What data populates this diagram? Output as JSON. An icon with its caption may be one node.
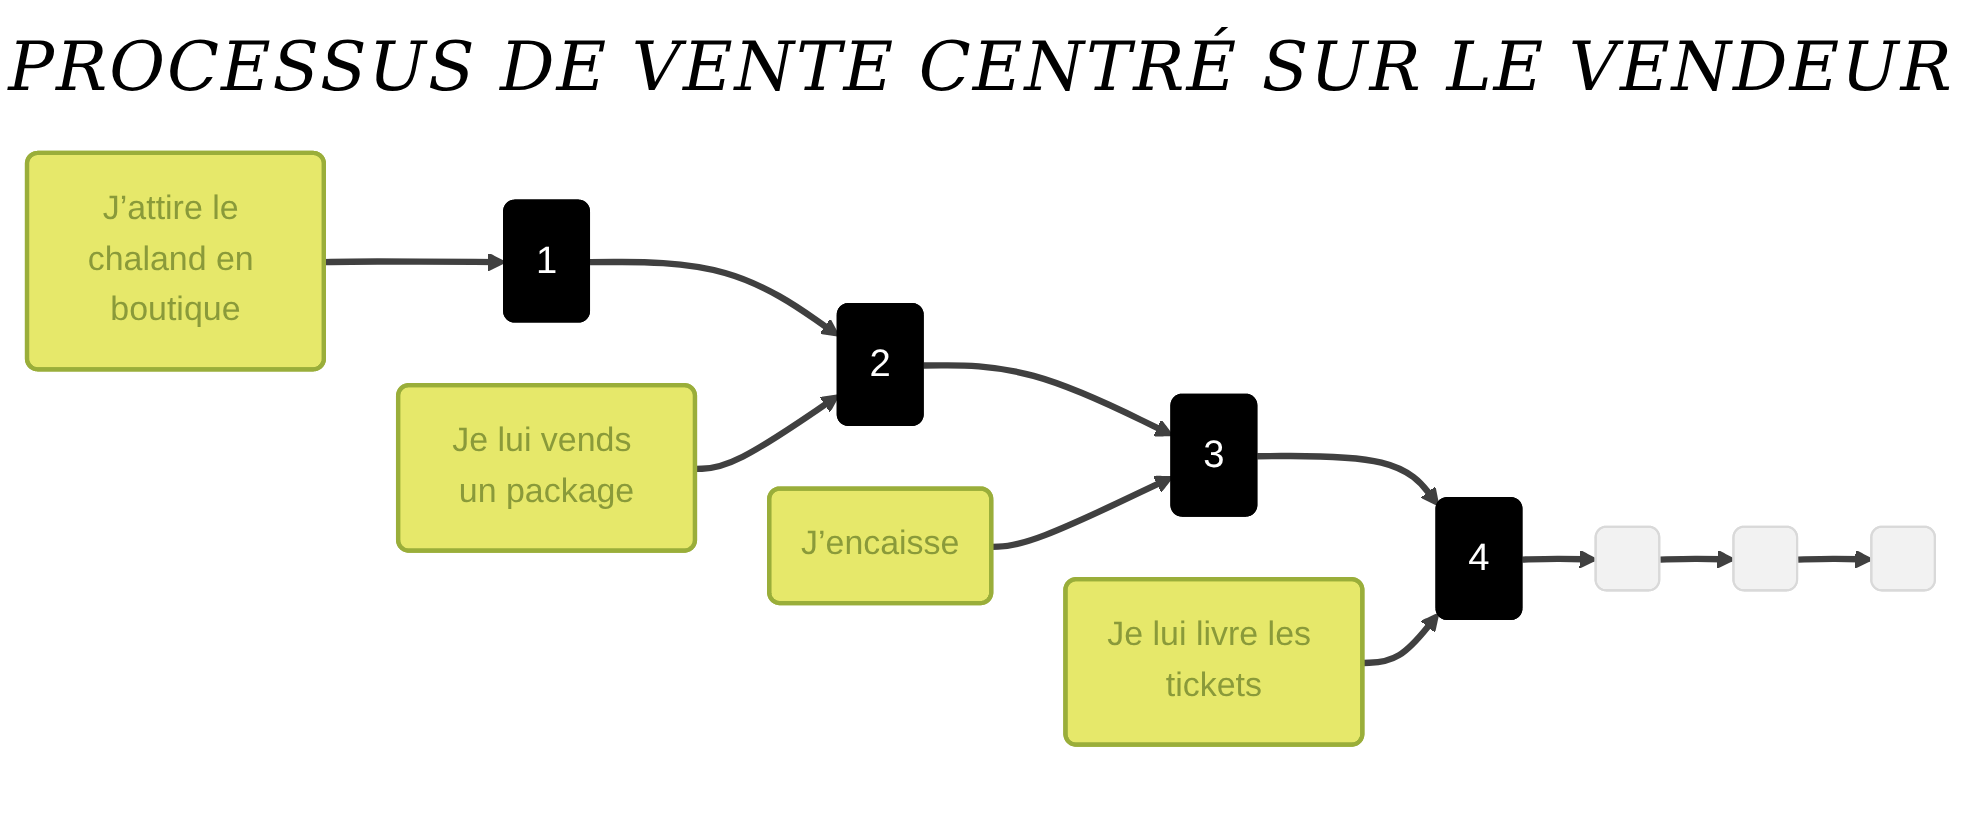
{
  "diagram": {
    "title": "PROCESSUS DE VENTE CENTRÉ SUR LE VENDEUR",
    "nodes": [
      {
        "text": [
          "1"
        ]
      },
      {
        "text": [
          "2"
        ]
      },
      {
        "text": [
          "3"
        ]
      },
      {
        "text": [
          "4"
        ]
      },
      {
        "text": [],
        "shape": "box"
      },
      {
        "text": [],
        "shape": "box"
      },
      {
        "text": [],
        "shape": "box"
      },
      {
        "text": [
          "J’attire le chaland en boutique"
        ]
      },
      {
        "text": [
          "Je lui vends un package"
        ]
      },
      {
        "text": [
          "J’encaisse"
        ]
      },
      {
        "text": [
          "Je lui livre les tickets"
        ]
      }
    ],
    "edges": [
      {
        "from": 0,
        "to": 1,
        "arrow": "to"
      },
      {
        "from": 1,
        "to": 2,
        "arrow": "to"
      },
      {
        "from": 2,
        "to": 3,
        "arrow": "to"
      },
      {
        "from": 3,
        "to": 4,
        "arrow": "to"
      },
      {
        "from": 4,
        "to": 5,
        "arrow": "to"
      },
      {
        "from": 5,
        "to": 6,
        "arrow": "to"
      },
      {
        "from": 7,
        "to": 0,
        "arrow": "to"
      },
      {
        "from": 8,
        "to": 1,
        "arrow": "to"
      },
      {
        "from": 9,
        "to": 2,
        "arrow": "to"
      },
      {
        "from": 10,
        "to": 3,
        "arrow": "to"
      }
    ]
  }
}
